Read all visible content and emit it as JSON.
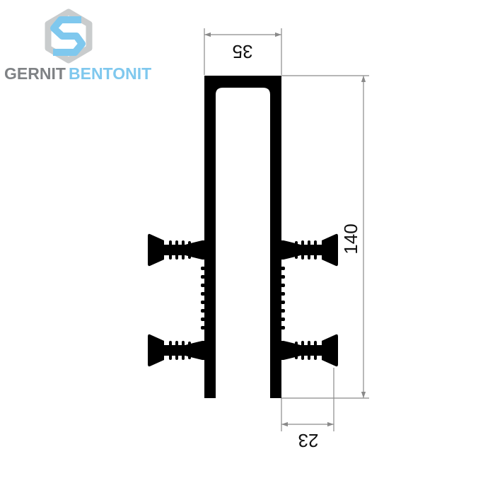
{
  "logo": {
    "word1": "GERNIT",
    "word2": "BENTONIT",
    "color_gray": "#7f8285",
    "color_blue": "#7fc8ee",
    "icon": "hexagon-g-logo-icon"
  },
  "dimensions": {
    "top_width": "35",
    "height": "140",
    "flange": "23"
  },
  "colors": {
    "profile": "#000000",
    "dimension_line": "#8a8a8a",
    "text": "#111111"
  }
}
